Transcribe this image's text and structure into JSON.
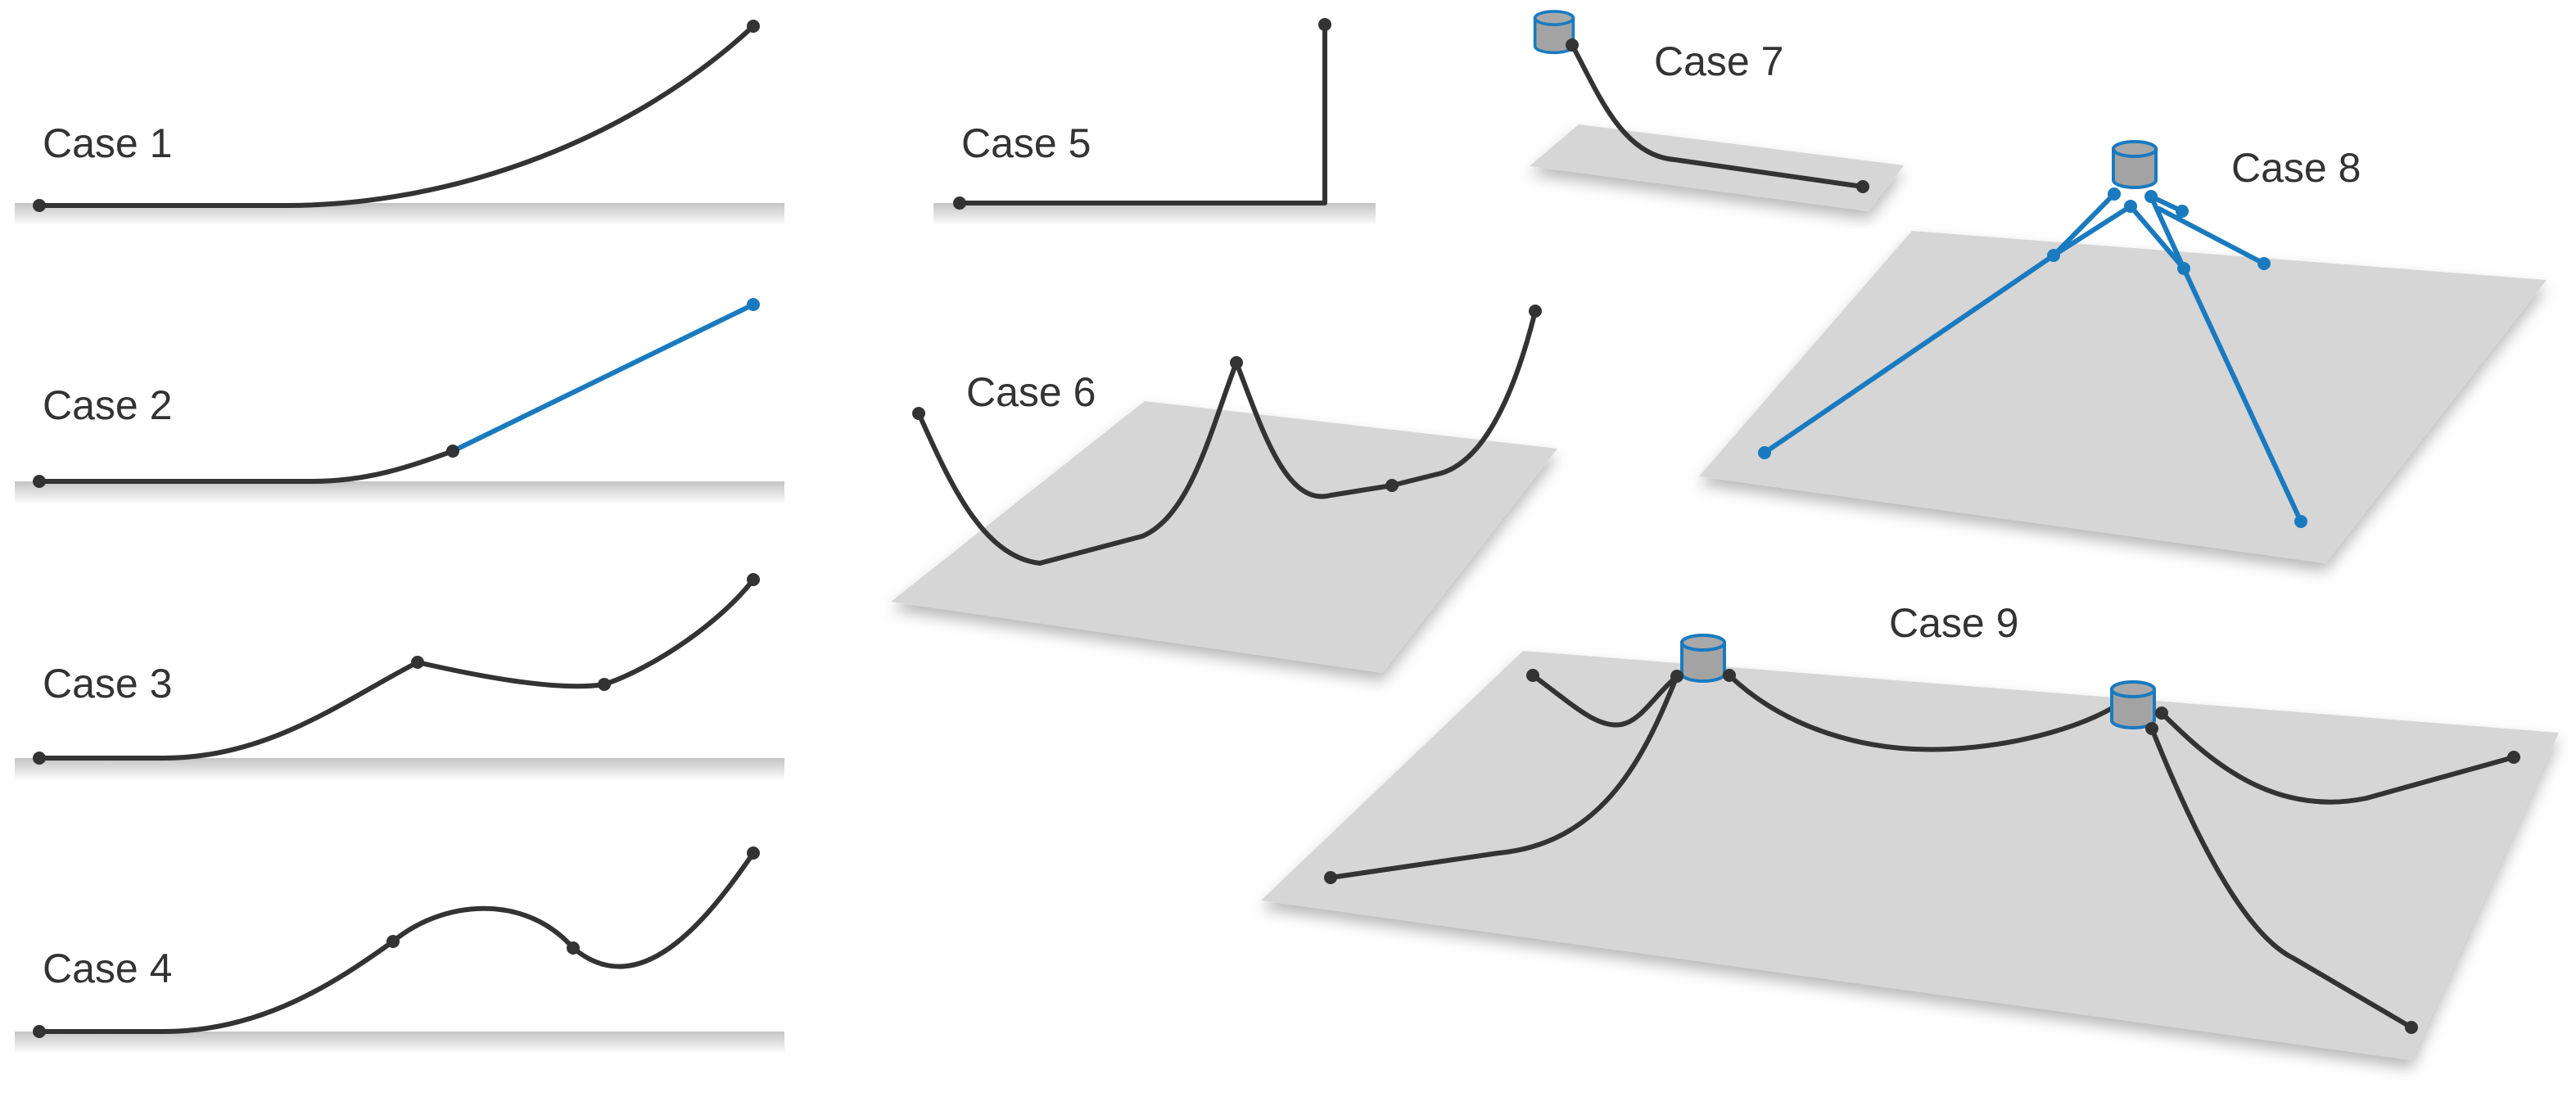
{
  "cases": [
    {
      "label": "Case 1"
    },
    {
      "label": "Case 2"
    },
    {
      "label": "Case 3"
    },
    {
      "label": "Case 4"
    },
    {
      "label": "Case 5"
    },
    {
      "label": "Case 6"
    },
    {
      "label": "Case 7"
    },
    {
      "label": "Case 8"
    },
    {
      "label": "Case 9"
    }
  ],
  "colors": {
    "line": "#333333",
    "highlight": "#1a7abf",
    "ground": "#d6d6d6",
    "buoy_fill": "#a3a3a3"
  }
}
